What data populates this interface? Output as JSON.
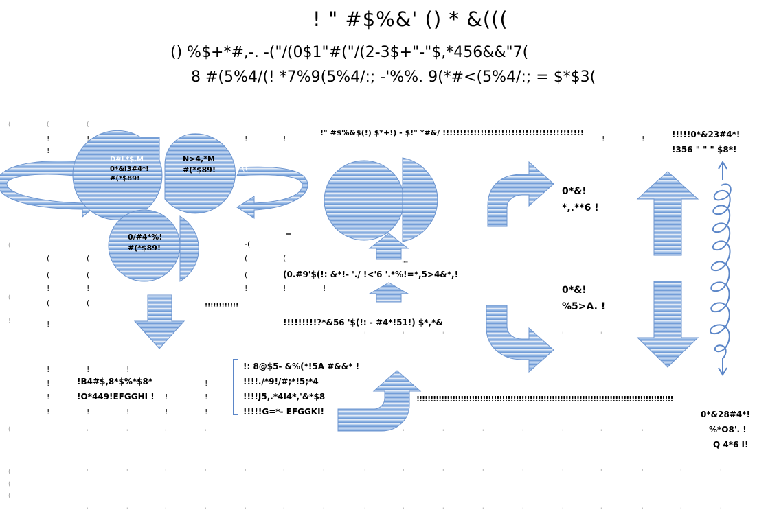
{
  "header": {
    "title": "! \" #$%&' ()   * &(((",
    "subtitle1": "()   %$+*#,-.   -(\"/(0$1\"#(\"/(2-3$+\"-\"$,*456&&\"7(",
    "subtitle2": "8 #(5%4/(! *7%9(5%4/:; -'%%.   9(*#<(5%4/:; =  $*$3("
  },
  "shapes": {
    "circle1": {
      "l1": "D#L*$.M",
      "l2": "0*&I3#4*!",
      "l3": "#(*$89!"
    },
    "circle2": {
      "l1": "N>4,*M",
      "l2": "#(*$89!"
    },
    "circle3": {
      "l1": "0/#4*%!",
      "l2": "#(*$89!"
    },
    "ring_mark": "((",
    "dash_mark": "-(",
    "dash2": "-"
  },
  "center": {
    "top": "!\" #$%&$(!) $*+!) - $!\" *#&/ !!!!!!!!!!!!!!!!!!!!!!!!!!!!!!!!!!!!!!!!!",
    "middle": "(0.#9'$(!: &*!-  './ !<'6  '.*%!=*,5>4&*,!",
    "lower": "!!!!!!!!!?*&56 '$(!: -  #4*!51!) $*,*&",
    "quote": "\"\"",
    "dots": "!!!!!!!!!!!!"
  },
  "right_labels": {
    "a1": "0*&!",
    "a2": "*,.**6 !",
    "b1": "0*&!",
    "b2": "%5>A. !",
    "top1": "!!!!!0*&23#4*!",
    "top2": "!356 \" \"  \" $8*!",
    "bottom1": "0*&28#4*!",
    "bottom2": "%*O8'. !",
    "bottom3": "Q 4*6 I!"
  },
  "left_block": {
    "l1": "!B4#$,8*$%*$8*",
    "l2": "!O*449!EFGGHI !"
  },
  "bracket_block": {
    "l1": "!: 8@$5-  &%(*!5A  #&&*  !",
    "l2": "!!!!./*9!/#;*!5;*4",
    "l3": "!!!!J5,.*4I4*,'&*$8",
    "l4": "!!!!!G=*-  EFGGKI!"
  },
  "long_dots": "!!!!!!!!!!!!!!!!!!!!!!!!!!!!!!!!!!!!!!!!!!!!!!!!!!!!!!!!!!!!!!!!!!!!!!!!!!!!!!!!!!!!!!!!!!!!!",
  "colors": {
    "fill_light": "#b9d0ef",
    "fill_dark": "#3f73c0",
    "stripe": "#ffffff",
    "stroke": "#6d95cf"
  }
}
